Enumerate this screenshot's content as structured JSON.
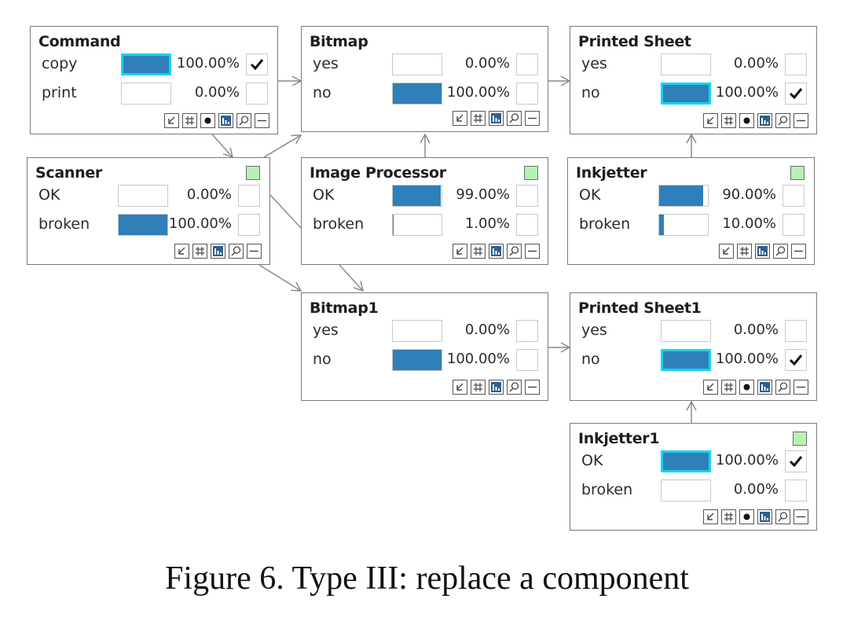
{
  "caption": "Figure 6. Type III: replace a component",
  "colors": {
    "bar_fill": "#2f7fb8",
    "evidence_outline": "#17d3ef",
    "status_green": "#b6f2b6",
    "border": "#7a7a7a"
  },
  "nodes": [
    {
      "id": "command",
      "title": "Command",
      "status_indicator": false,
      "states": [
        {
          "label": "copy",
          "value": "100.00%",
          "prob": 1.0,
          "evidence": true,
          "checked": true
        },
        {
          "label": "print",
          "value": "0.00%",
          "prob": 0.0,
          "evidence": false,
          "checked": false
        }
      ],
      "tools": [
        "arrow-tool-icon",
        "grid-tool-icon",
        "evidence-dot-icon",
        "histogram-icon",
        "zoom-icon",
        "minimize-icon"
      ]
    },
    {
      "id": "bitmap",
      "title": "Bitmap",
      "status_indicator": false,
      "states": [
        {
          "label": "yes",
          "value": "0.00%",
          "prob": 0.0,
          "evidence": false,
          "checked": false
        },
        {
          "label": "no",
          "value": "100.00%",
          "prob": 1.0,
          "evidence": false,
          "checked": false
        }
      ],
      "tools": [
        "arrow-tool-icon",
        "grid-tool-icon",
        "histogram-icon",
        "zoom-icon",
        "minimize-icon"
      ]
    },
    {
      "id": "printed_sheet",
      "title": "Printed Sheet",
      "status_indicator": false,
      "states": [
        {
          "label": "yes",
          "value": "0.00%",
          "prob": 0.0,
          "evidence": false,
          "checked": false
        },
        {
          "label": "no",
          "value": "100.00%",
          "prob": 1.0,
          "evidence": true,
          "checked": true
        }
      ],
      "tools": [
        "arrow-tool-icon",
        "grid-tool-icon",
        "evidence-dot-icon",
        "histogram-icon",
        "zoom-icon",
        "minimize-icon"
      ]
    },
    {
      "id": "scanner",
      "title": "Scanner",
      "status_indicator": true,
      "states": [
        {
          "label": "OK",
          "value": "0.00%",
          "prob": 0.0,
          "evidence": false,
          "checked": false
        },
        {
          "label": "broken",
          "value": "100.00%",
          "prob": 1.0,
          "evidence": false,
          "checked": false
        }
      ],
      "tools": [
        "arrow-tool-icon",
        "grid-tool-icon",
        "histogram-icon",
        "zoom-icon",
        "minimize-icon"
      ]
    },
    {
      "id": "image_processor",
      "title": "Image Processor",
      "status_indicator": true,
      "states": [
        {
          "label": "OK",
          "value": "99.00%",
          "prob": 0.99,
          "evidence": false,
          "checked": false
        },
        {
          "label": "broken",
          "value": "1.00%",
          "prob": 0.01,
          "evidence": false,
          "checked": false
        }
      ],
      "tools": [
        "arrow-tool-icon",
        "grid-tool-icon",
        "histogram-icon",
        "zoom-icon",
        "minimize-icon"
      ]
    },
    {
      "id": "inkjetter",
      "title": "Inkjetter",
      "status_indicator": true,
      "states": [
        {
          "label": "OK",
          "value": "90.00%",
          "prob": 0.9,
          "evidence": false,
          "checked": false
        },
        {
          "label": "broken",
          "value": "10.00%",
          "prob": 0.1,
          "evidence": false,
          "checked": false
        }
      ],
      "tools": [
        "arrow-tool-icon",
        "grid-tool-icon",
        "histogram-icon",
        "zoom-icon",
        "minimize-icon"
      ]
    },
    {
      "id": "bitmap1",
      "title": "Bitmap1",
      "status_indicator": false,
      "states": [
        {
          "label": "yes",
          "value": "0.00%",
          "prob": 0.0,
          "evidence": false,
          "checked": false
        },
        {
          "label": "no",
          "value": "100.00%",
          "prob": 1.0,
          "evidence": false,
          "checked": false
        }
      ],
      "tools": [
        "arrow-tool-icon",
        "grid-tool-icon",
        "histogram-icon",
        "zoom-icon",
        "minimize-icon"
      ]
    },
    {
      "id": "printed_sheet1",
      "title": "Printed Sheet1",
      "status_indicator": false,
      "states": [
        {
          "label": "yes",
          "value": "0.00%",
          "prob": 0.0,
          "evidence": false,
          "checked": false
        },
        {
          "label": "no",
          "value": "100.00%",
          "prob": 1.0,
          "evidence": true,
          "checked": true
        }
      ],
      "tools": [
        "arrow-tool-icon",
        "grid-tool-icon",
        "evidence-dot-icon",
        "histogram-icon",
        "zoom-icon",
        "minimize-icon"
      ]
    },
    {
      "id": "inkjetter1",
      "title": "Inkjetter1",
      "status_indicator": true,
      "states": [
        {
          "label": "OK",
          "value": "100.00%",
          "prob": 1.0,
          "evidence": true,
          "checked": true
        },
        {
          "label": "broken",
          "value": "0.00%",
          "prob": 0.0,
          "evidence": false,
          "checked": false
        }
      ],
      "tools": [
        "arrow-tool-icon",
        "grid-tool-icon",
        "evidence-dot-icon",
        "histogram-icon",
        "zoom-icon",
        "minimize-icon"
      ]
    }
  ],
  "edges": [
    {
      "from": "command",
      "to": "bitmap"
    },
    {
      "from": "bitmap",
      "to": "printed_sheet"
    },
    {
      "from": "command",
      "to": "image_processor"
    },
    {
      "from": "scanner",
      "to": "bitmap"
    },
    {
      "from": "image_processor",
      "to": "bitmap"
    },
    {
      "from": "inkjetter",
      "to": "printed_sheet"
    },
    {
      "from": "scanner",
      "to": "bitmap1"
    },
    {
      "from": "image_processor",
      "to": "bitmap1"
    },
    {
      "from": "bitmap1",
      "to": "printed_sheet1"
    },
    {
      "from": "inkjetter1",
      "to": "printed_sheet1"
    }
  ]
}
